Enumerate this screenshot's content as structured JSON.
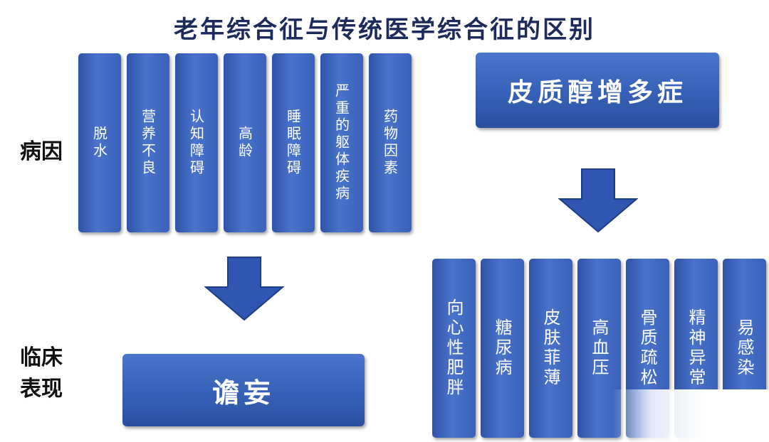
{
  "title": "老年综合征与传统医学综合征的区别",
  "labels": {
    "cause": "病因",
    "clinical_line1": "临床",
    "clinical_line2": "表现"
  },
  "causes": [
    "脱水",
    "营养不良",
    "认知障碍",
    "高龄",
    "睡眠障碍",
    "严重的躯体疾病",
    "药物因素"
  ],
  "delirium": "谵妄",
  "cortisol": "皮质醇增多症",
  "manifestations": [
    "向心性肥胖",
    "糖尿病",
    "皮肤菲薄",
    "高血压",
    "骨质疏松",
    "精神异常",
    "易感染"
  ],
  "colors": {
    "box_blue": "#3961b9",
    "arrow_blue": "#2f56b0",
    "title": "#1d2a5c"
  },
  "icons": [
    "down-arrow-icon",
    "down-arrow-icon"
  ]
}
